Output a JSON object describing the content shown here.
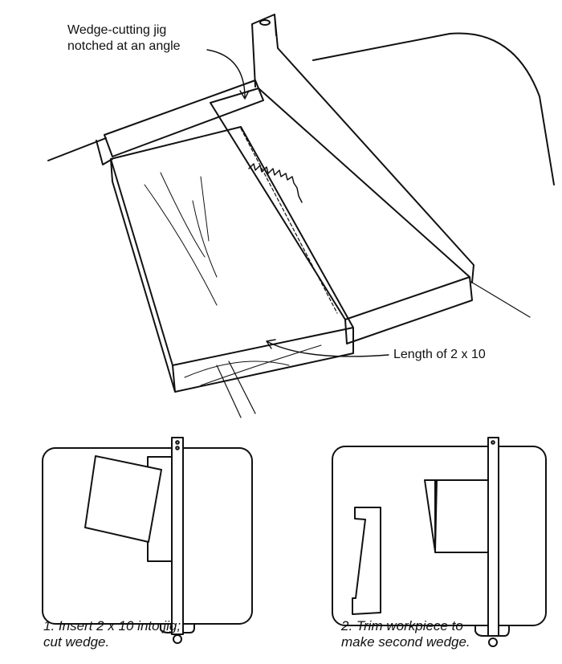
{
  "top_view": {
    "jig_label_line1": "Wedge-cutting jig",
    "jig_label_line2": "notched at an angle",
    "board_label": "Length of 2 x 10"
  },
  "step1": {
    "caption_line1": "1. Insert 2 x 10 into jig;",
    "caption_line2": "cut wedge."
  },
  "step2": {
    "caption_line1": "2. Trim workpiece to",
    "caption_line2": "make second wedge."
  }
}
